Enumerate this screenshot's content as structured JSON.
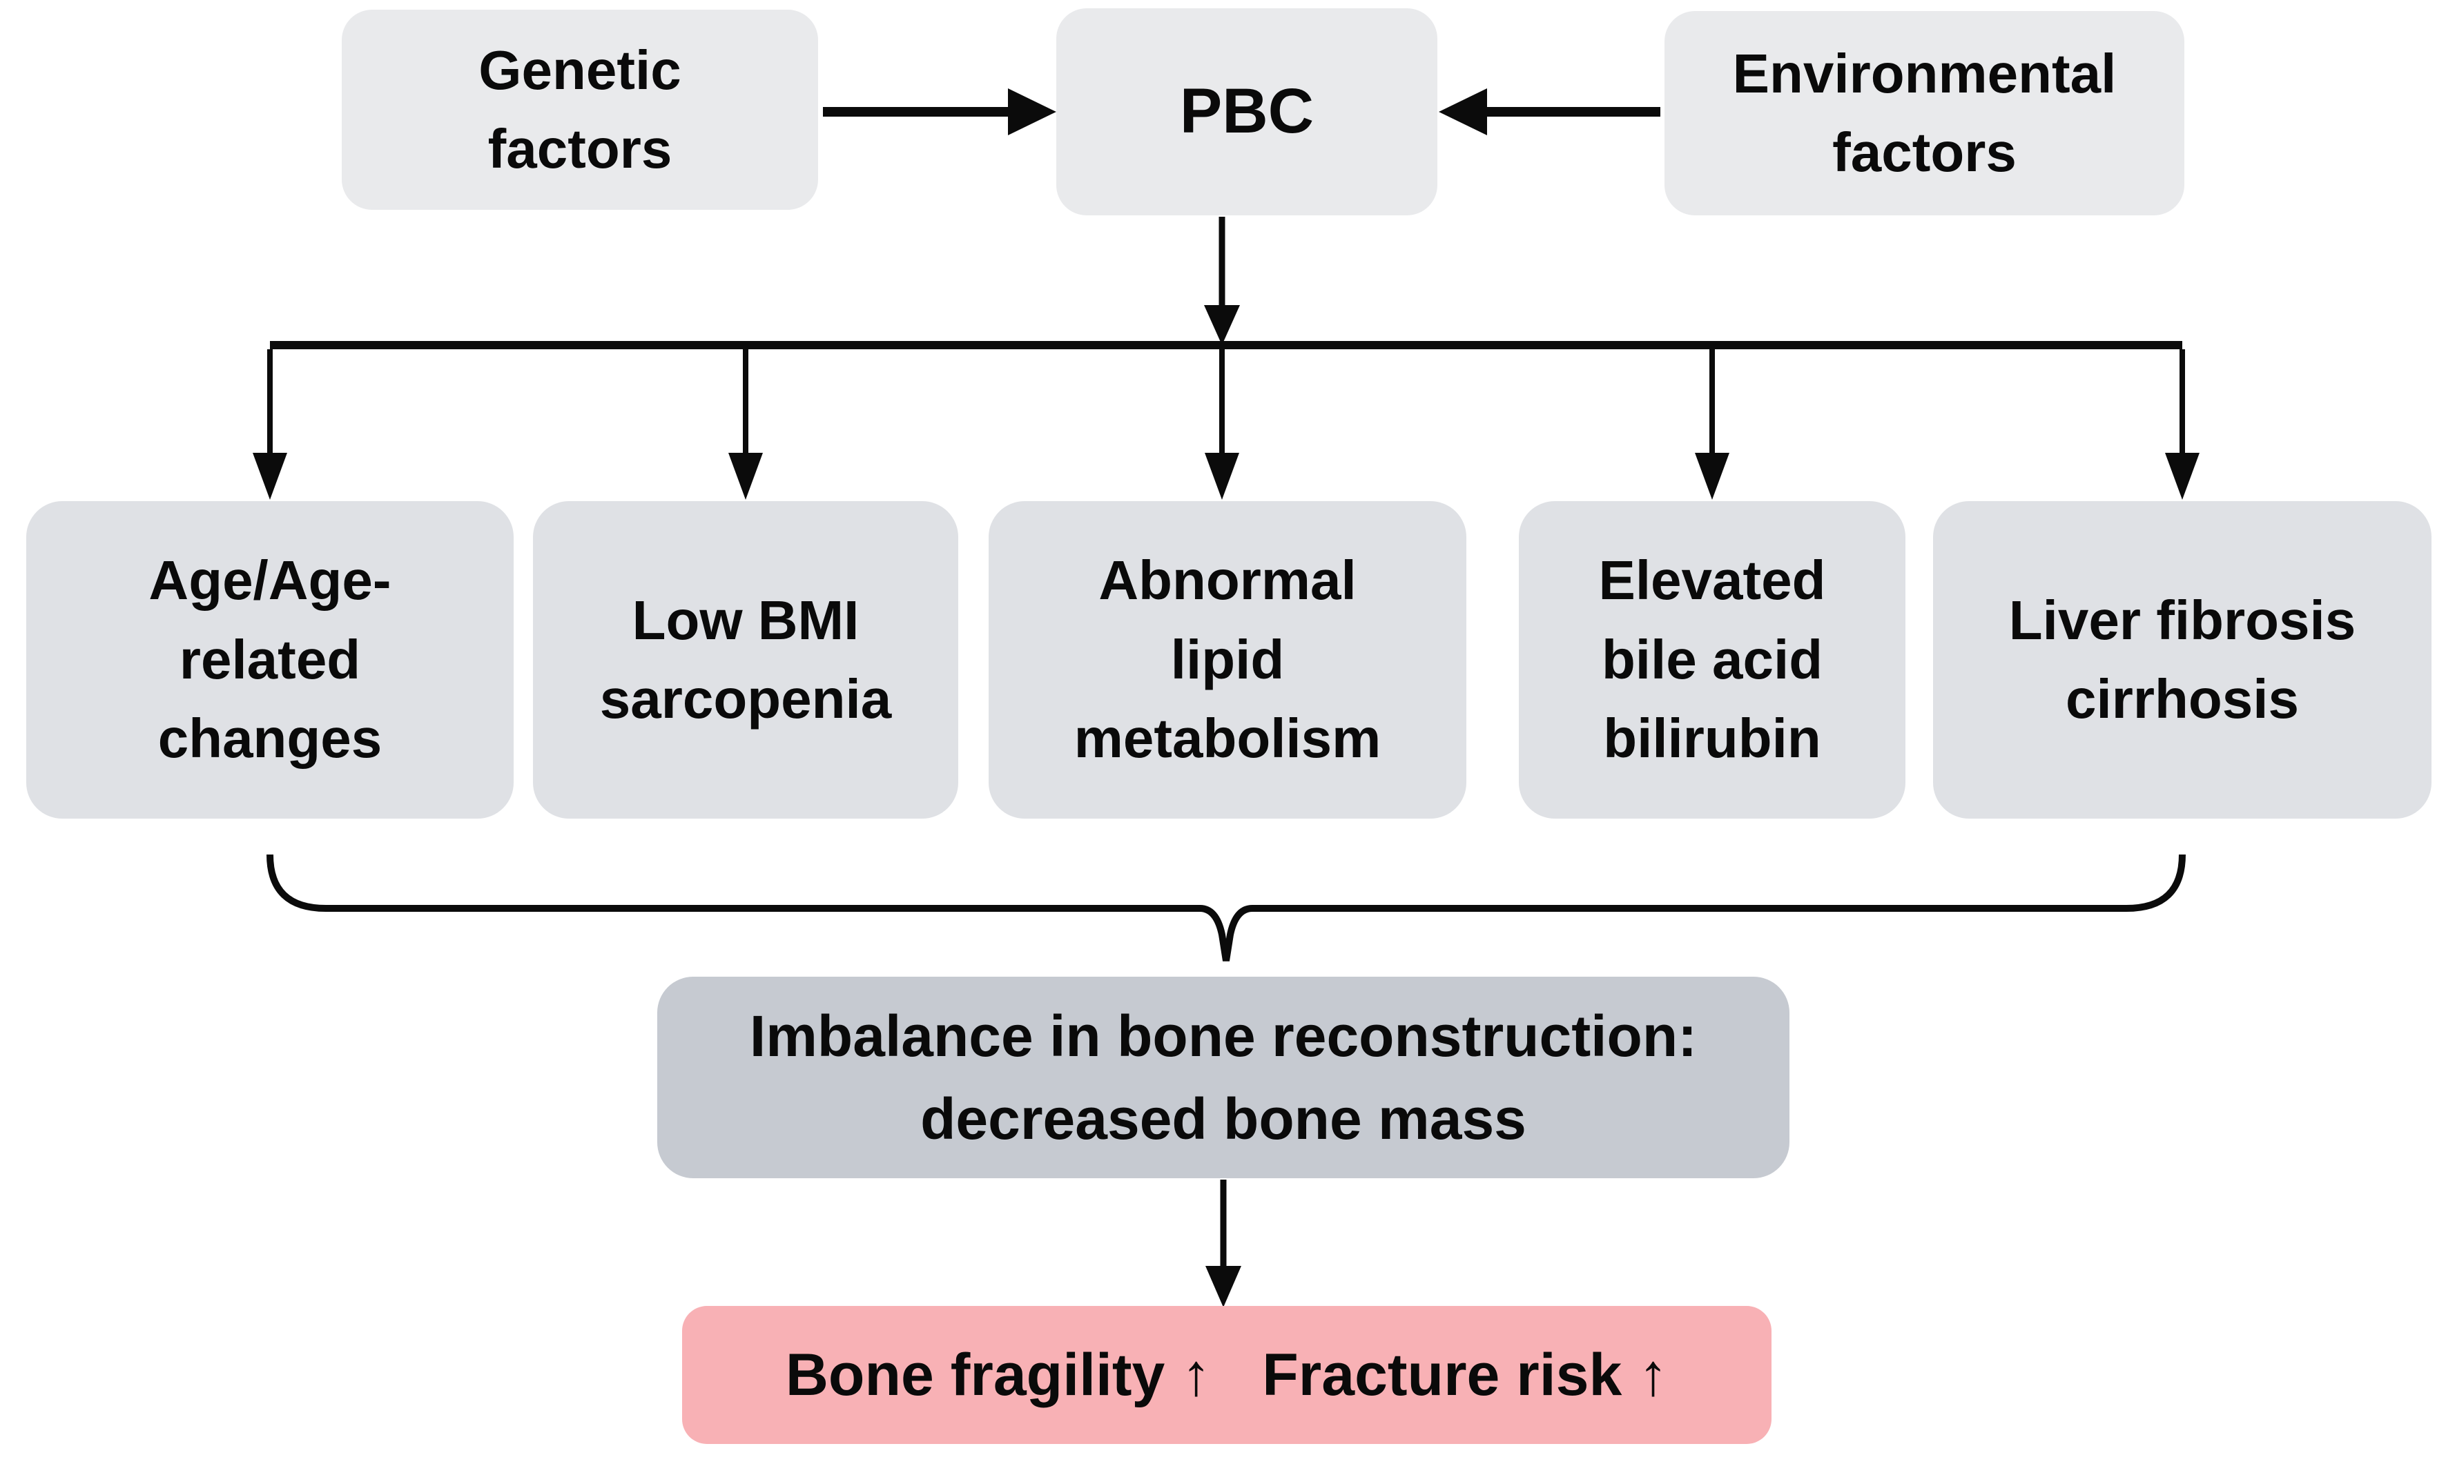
{
  "colors": {
    "bg": "#ffffff",
    "box_light": "#e9eaec",
    "box_mid": "#dfe1e5",
    "box_dark": "#c6cad1",
    "box_pink": "#f8b1b5",
    "line": "#0b0b0b",
    "text": "#0a0a0a"
  },
  "top": {
    "genetic": {
      "lines": [
        "Genetic",
        "factors"
      ]
    },
    "pbc": {
      "label": "PBC"
    },
    "environmental": {
      "lines": [
        "Environmental",
        "factors"
      ]
    }
  },
  "factors": [
    {
      "lines": [
        "Age/Age-",
        "related",
        "changes"
      ]
    },
    {
      "lines": [
        "Low BMI",
        "sarcopenia"
      ]
    },
    {
      "lines": [
        "Abnormal",
        "lipid",
        "metabolism"
      ]
    },
    {
      "lines": [
        "Elevated",
        "bile acid",
        "bilirubin"
      ]
    },
    {
      "lines": [
        "Liver fibrosis",
        "cirrhosis"
      ]
    }
  ],
  "imbalance": {
    "lines": [
      "Imbalance in bone reconstruction:",
      "decreased bone mass"
    ]
  },
  "outcome": {
    "parts": [
      "Bone fragility ↑",
      "Fracture risk ↑"
    ]
  }
}
